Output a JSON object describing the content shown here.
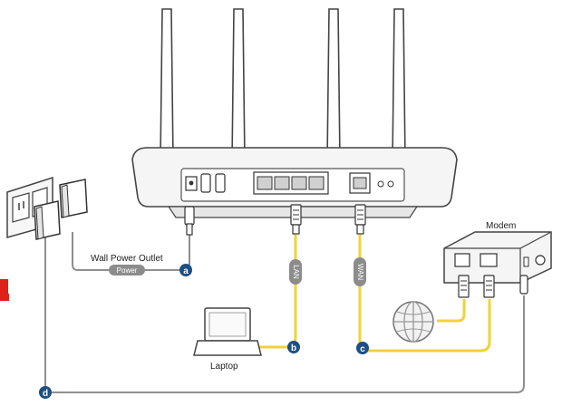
{
  "labels": {
    "wall_power_outlet": "Wall Power Outlet",
    "power": "Power",
    "lan": "LAN",
    "wan": "WAN",
    "modem": "Modem",
    "laptop": "Laptop"
  },
  "badges": {
    "a": "a",
    "b": "b",
    "c": "c",
    "d": "d"
  },
  "colors": {
    "ethernet_cable": "#f1d23a",
    "cable_gray": "#8f8f8f",
    "badge": "#1d4f83",
    "pill": "#8c8c8c",
    "device_outline": "#555555",
    "red_marker": "#e0201a"
  }
}
